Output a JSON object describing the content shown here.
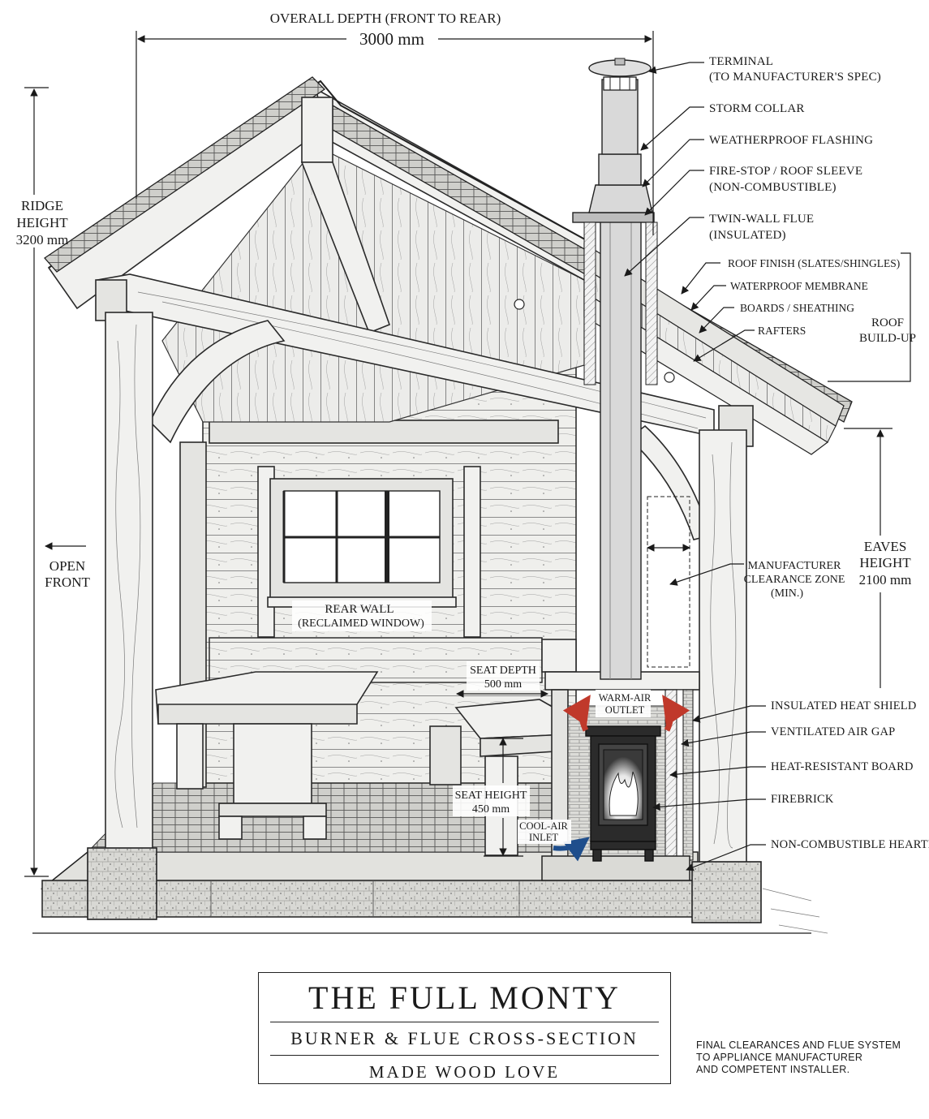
{
  "dimensions": {
    "overall_depth_label": "OVERALL DEPTH (FRONT TO REAR)",
    "overall_depth_value": "3000 mm",
    "ridge_height": [
      "RIDGE",
      "HEIGHT",
      "3200 mm"
    ],
    "eaves_height": [
      "EAVES",
      "HEIGHT",
      "2100 mm"
    ],
    "open_front": [
      "OPEN",
      "FRONT"
    ],
    "seat_depth": [
      "SEAT DEPTH",
      "500 mm"
    ],
    "seat_height": [
      "SEAT HEIGHT",
      "450 mm"
    ]
  },
  "flue_labels": {
    "terminal": [
      "TERMINAL",
      "(TO MANUFACTURER'S SPEC)"
    ],
    "storm_collar": "STORM COLLAR",
    "flashing": "WEATHERPROOF FLASHING",
    "fire_stop": [
      "FIRE-STOP / ROOF SLEEVE",
      "(NON-COMBUSTIBLE)"
    ],
    "twin_wall": [
      "TWIN-WALL FLUE",
      "(INSULATED)"
    ]
  },
  "roof_buildup": {
    "layers": [
      "ROOF FINISH (SLATES/SHINGLES)",
      "WATERPROOF MEMBRANE",
      "BOARDS / SHEATHING",
      "RAFTERS"
    ],
    "group_label": [
      "ROOF",
      "BUILD-UP"
    ]
  },
  "clearance": [
    "MANUFACTURER",
    "CLEARANCE ZONE",
    "(MIN.)"
  ],
  "rear_wall": [
    "REAR WALL",
    "(RECLAIMED WINDOW)"
  ],
  "stove_labels": {
    "warm_air": [
      "WARM-AIR",
      "OUTLET"
    ],
    "cool_air": [
      "COOL-AIR",
      "INLET"
    ],
    "insulated_heat_shield": "INSULATED HEAT SHIELD",
    "ventilated_air_gap": "VENTILATED AIR GAP",
    "heat_resistant_board": "HEAT-RESISTANT BOARD",
    "firebrick": "FIREBRICK",
    "hearth": "NON-COMBUSTIBLE HEARTH"
  },
  "title_block": {
    "title": "THE FULL MONTY",
    "subtitle": "BURNER & FLUE CROSS-SECTION",
    "brand": "MADE WOOD LOVE"
  },
  "disclaimer": [
    "FINAL CLEARANCES AND FLUE SYSTEM",
    "TO APPLIANCE MANUFACTURER",
    "AND COMPETENT INSTALLER."
  ],
  "colors": {
    "ink": "#1a1a1a",
    "warm_arrow": "#c0392b",
    "cool_arrow": "#1f4e8c",
    "wood": "#f1f1ef"
  }
}
